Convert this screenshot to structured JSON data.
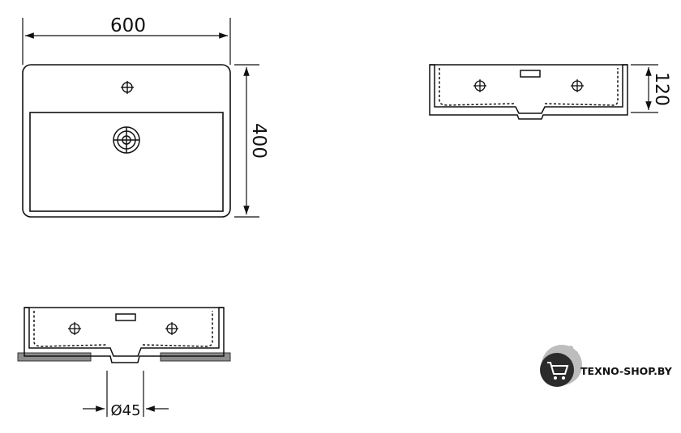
{
  "dimensions": {
    "width": "600",
    "depth": "400",
    "height": "120",
    "drain_diameter": "Ø45"
  },
  "watermark": {
    "text": "TEXNO-SHOP.BY"
  },
  "colors": {
    "line": "#111111",
    "countertop": "#8c8c8c",
    "logo_dark": "#2b2b2b",
    "logo_light": "#bdbdbd"
  },
  "icons": [
    "shopping-cart-icon"
  ]
}
